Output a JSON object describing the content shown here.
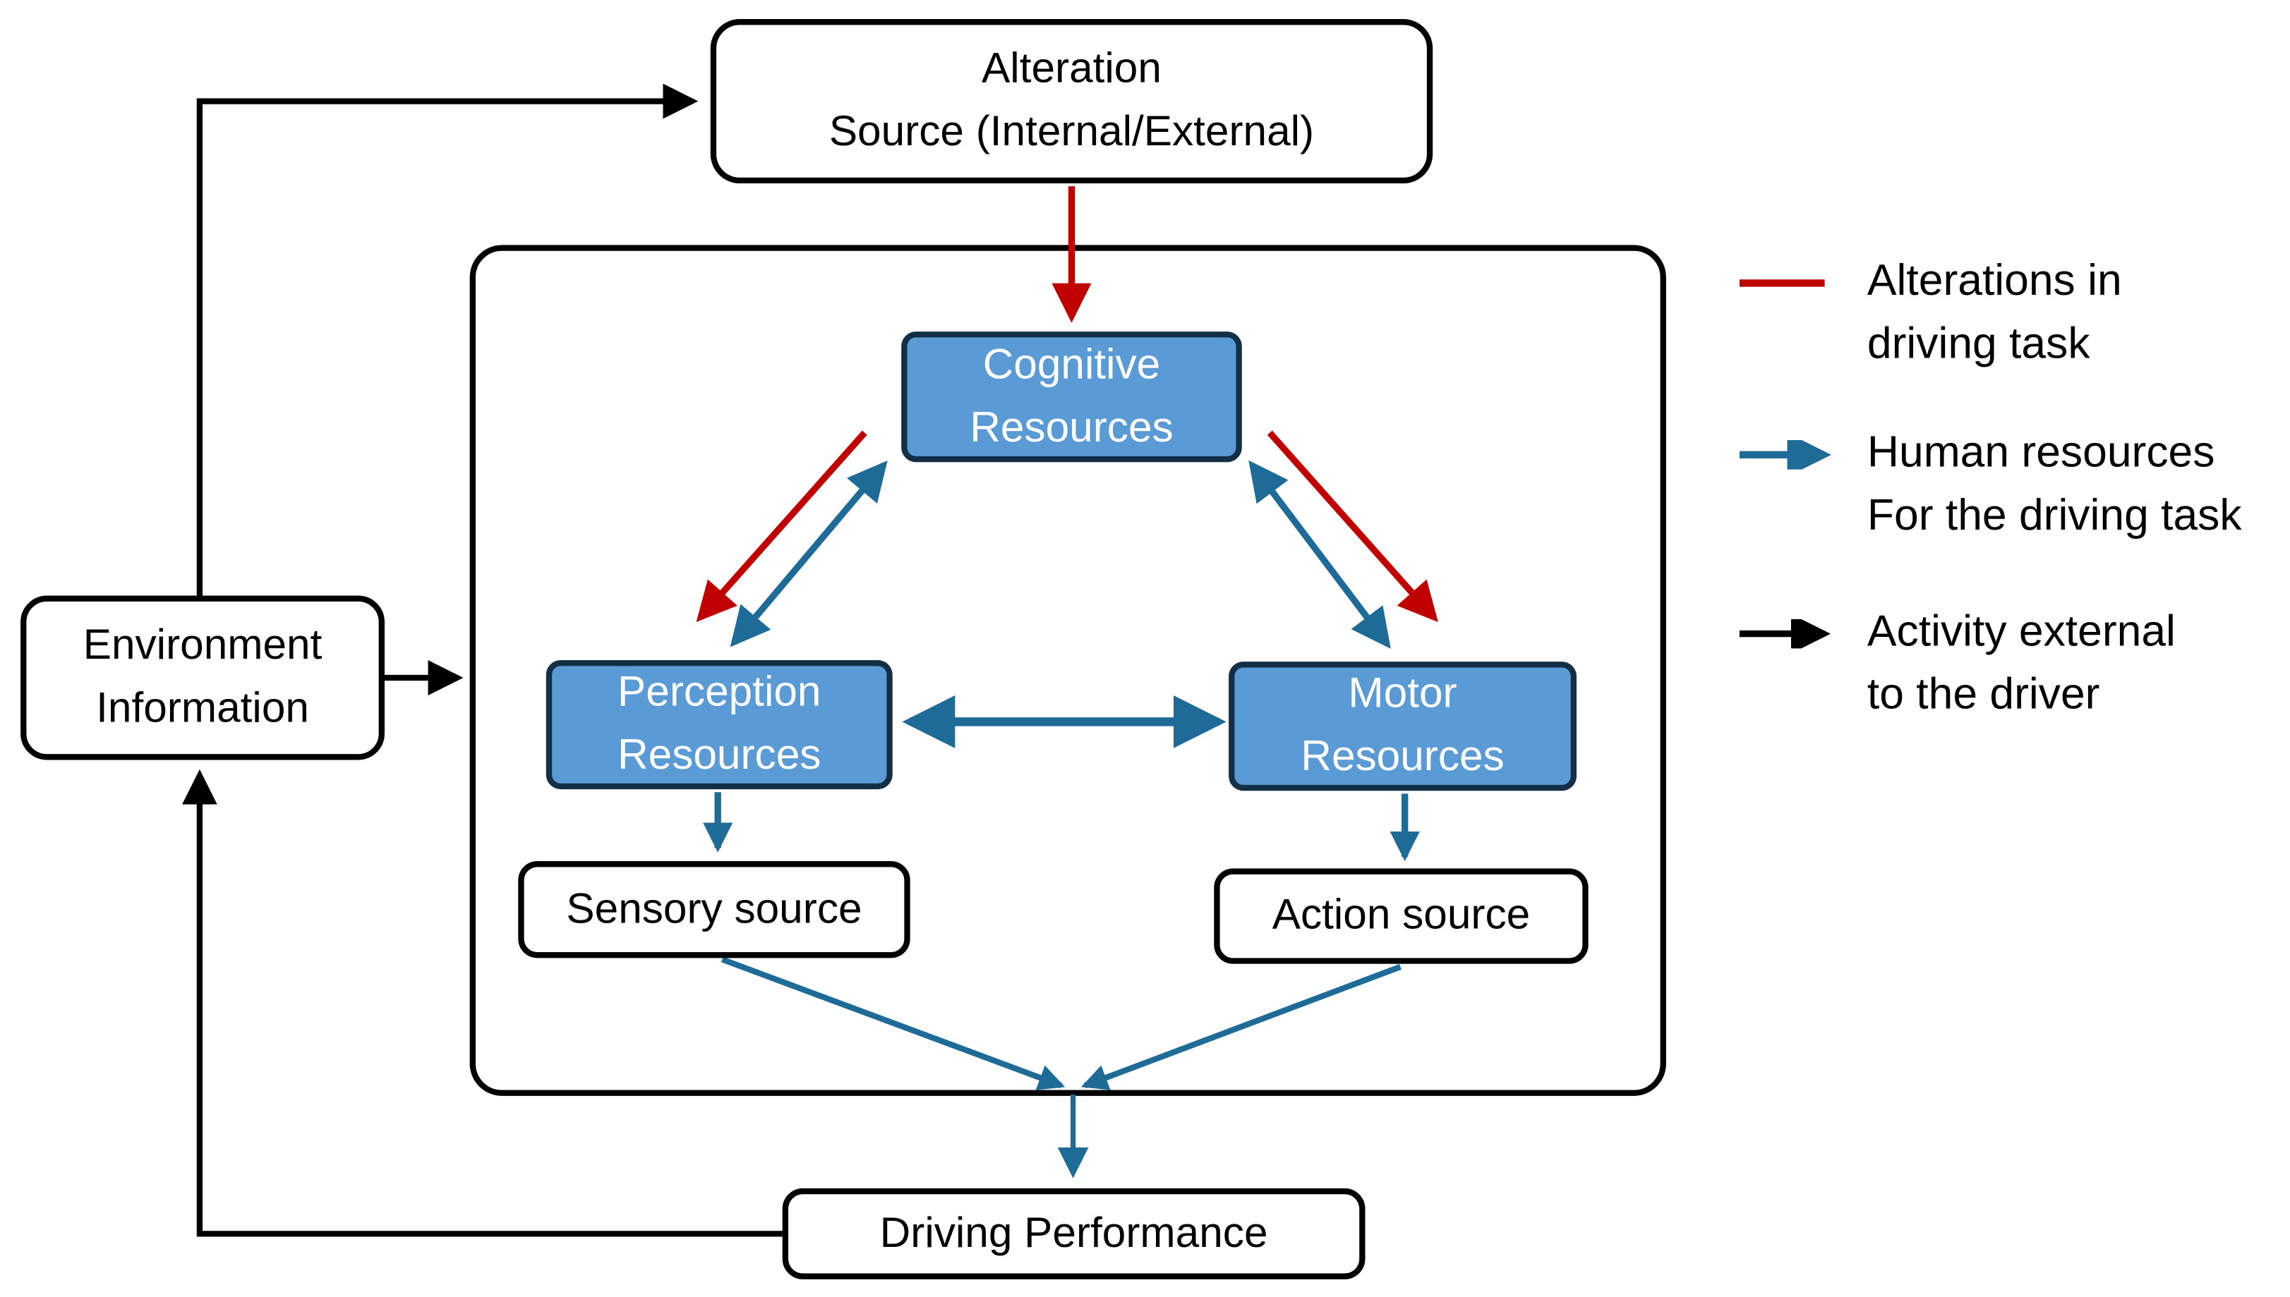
{
  "nodes": {
    "alteration_source": {
      "label": "Alteration\nSource (Internal/External)"
    },
    "cognitive_resources": {
      "label": "Cognitive\nResources"
    },
    "perception_resources": {
      "label": "Perception\nResources"
    },
    "motor_resources": {
      "label": "Motor\nResources"
    },
    "sensory_source": {
      "label": "Sensory source"
    },
    "action_source": {
      "label": "Action source"
    },
    "environment_information": {
      "label": "Environment\nInformation"
    },
    "driving_performance": {
      "label": "Driving Performance"
    }
  },
  "legend": {
    "items": [
      {
        "id": "alterations-in-driving-task",
        "label": "Alterations in\ndriving task",
        "color": "#C00000"
      },
      {
        "id": "human-resources-for-driving",
        "label": "Human resources\nFor the driving task",
        "color": "#1F6B97"
      },
      {
        "id": "activity-external-to-driver",
        "label": "Activity external\n to the driver",
        "color": "#000000"
      }
    ]
  },
  "colors": {
    "red_arrow": "#C00000",
    "blue_arrow": "#1F6B97",
    "black_arrow": "#000000",
    "blue_node_fill": "#5B9BD5",
    "blue_node_border": "#132F46",
    "white_node_border": "#000000",
    "background": "#FFFFFF"
  }
}
